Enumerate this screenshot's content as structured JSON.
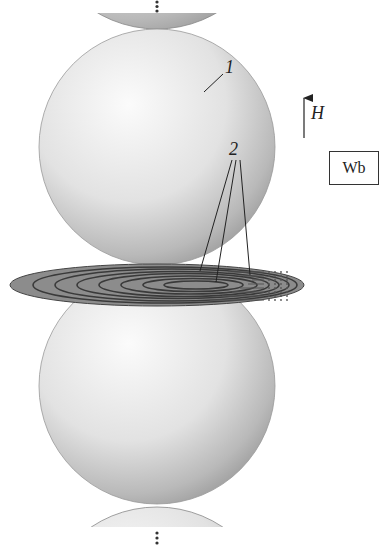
{
  "diagram": {
    "nodes": [
      {
        "text": [
          "Wb"
        ]
      }
    ],
    "labels": [
      "1",
      "2",
      "H"
    ]
  }
}
